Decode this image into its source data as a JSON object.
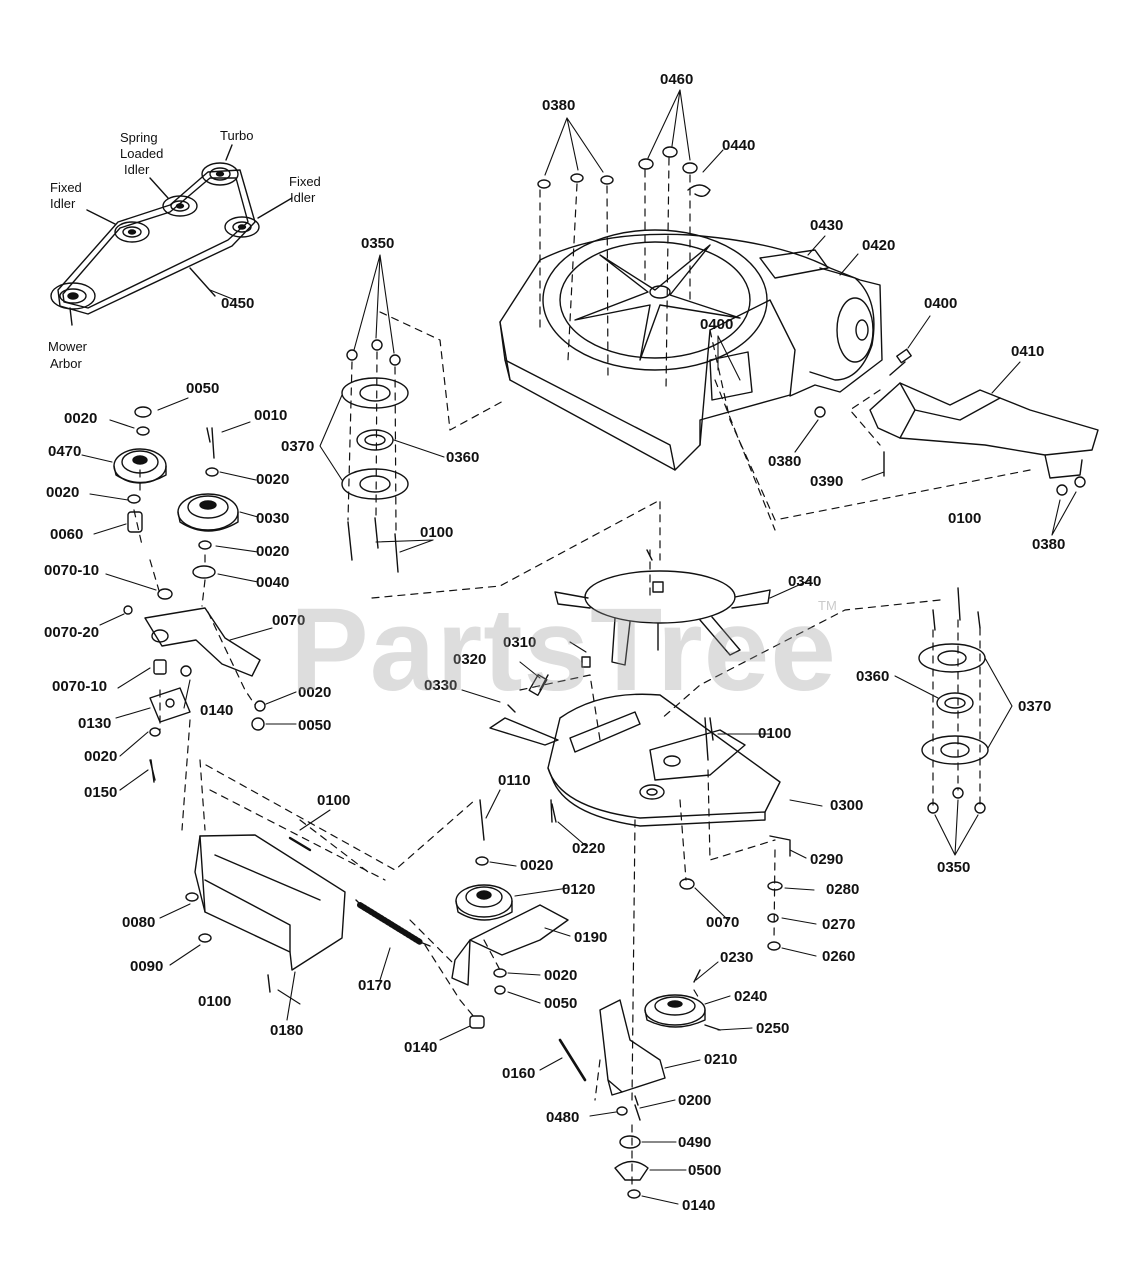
{
  "diagram": {
    "belt_inset": {
      "captions": {
        "turbo": "Turbo",
        "spring": "Spring",
        "loaded": "Loaded",
        "idler": "Idler",
        "fixed_left": "Fixed",
        "idler_left": "Idler",
        "fixed_right": "Fixed",
        "idler_right": "Idler",
        "mower": "Mower",
        "arbor": "Arbor"
      }
    },
    "part_numbers": {
      "p0380_top": "0380",
      "p0460": "0460",
      "p0440": "0440",
      "p0430": "0430",
      "p0420": "0420",
      "p0400_right": "0400",
      "p0400_mid": "0400",
      "p0410": "0410",
      "p0380_mid": "0380",
      "p0390": "0390",
      "p0380_right": "0380",
      "p0350_top": "0350",
      "p0370_left": "0370",
      "p0360_left": "0360",
      "p0100_left": "0100",
      "p0450": "0450",
      "p0050_top": "0050",
      "p0010": "0010",
      "p0020_a": "0020",
      "p0470": "0470",
      "p0020_b": "0020",
      "p0020_c": "0020",
      "p0030": "0030",
      "p0060": "0060",
      "p0020_d": "0020",
      "p0040": "0040",
      "p0070_10a": "0070-10",
      "p0070_20": "0070-20",
      "p0070": "0070",
      "p0070_10b": "0070-10",
      "p0020_e": "0020",
      "p0050_b": "0050",
      "p0130": "0130",
      "p0140_a": "0140",
      "p0020_f": "0020",
      "p0150": "0150",
      "p0100_right_top": "0100",
      "p0340": "0340",
      "p0310": "0310",
      "p0320": "0320",
      "p0330": "0330",
      "p0360_right": "0360",
      "p0370_right": "0370",
      "p0100_mid": "0100",
      "p0300": "0300",
      "p0110": "0110",
      "p0220": "0220",
      "p0290": "0290",
      "p0350_right": "0350",
      "p0100_lower": "0100",
      "p0020_g": "0020",
      "p0120": "0120",
      "p0080": "0080",
      "p0190": "0190",
      "p0280": "0280",
      "p0070_b": "0070",
      "p0270": "0270",
      "p0090": "0090",
      "p0020_h": "0020",
      "p0260": "0260",
      "p0230": "0230",
      "p0170": "0170",
      "p0050_c": "0050",
      "p0240": "0240",
      "p0100_bottom": "0100",
      "p0180": "0180",
      "p0250": "0250",
      "p0140_b": "0140",
      "p0210": "0210",
      "p0160": "0160",
      "p0200": "0200",
      "p0480": "0480",
      "p0490": "0490",
      "p0500": "0500",
      "p0140_c": "0140"
    },
    "watermark": "PartsTree",
    "trademark": "TM"
  }
}
